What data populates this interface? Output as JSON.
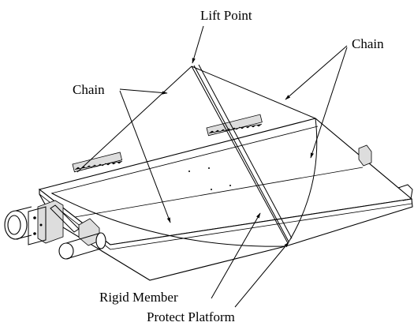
{
  "labels": {
    "lift_point": "Lift Point",
    "chain_right": "Chain",
    "chain_left": "Chain",
    "rigid_member": "Rigid Member",
    "protect_platform": "Protect Platform"
  }
}
